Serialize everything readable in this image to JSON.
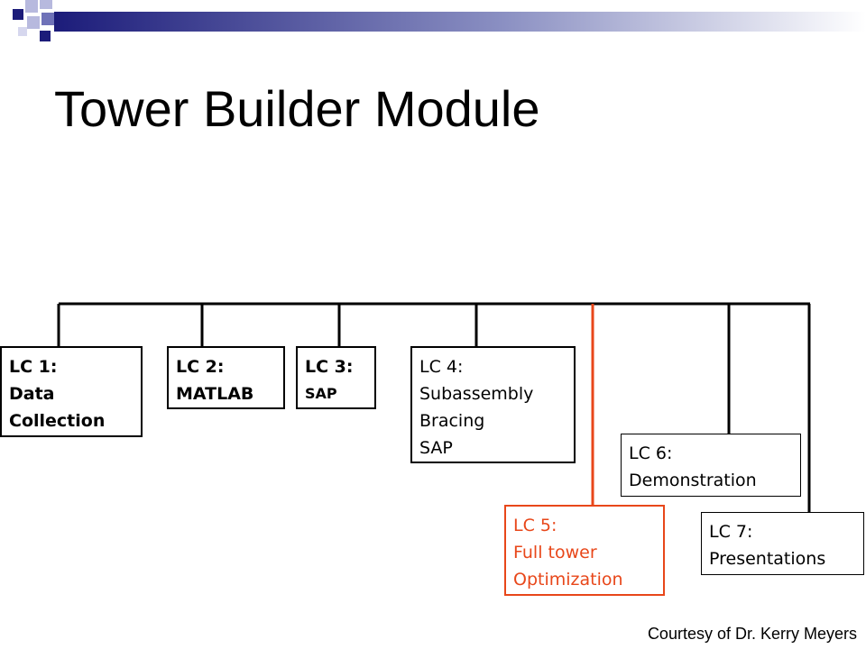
{
  "title": "Tower Builder Module",
  "credit": "Courtesy of Dr. Kerry Meyers",
  "highlight_color": "#e8471a",
  "boxes": [
    {
      "lines": [
        "LC 1:",
        "Data",
        "Collection"
      ]
    },
    {
      "lines": [
        "LC 2:",
        "MATLAB"
      ]
    },
    {
      "lines": [
        "LC 3:",
        "SAP"
      ]
    },
    {
      "lines": [
        "LC 4:",
        "Subassembly",
        "Bracing",
        "SAP"
      ]
    },
    {
      "lines": [
        "LC 5:",
        "Full tower",
        "Optimization"
      ]
    },
    {
      "lines": [
        "LC 6:",
        "Demonstration"
      ]
    },
    {
      "lines": [
        "LC 7:",
        "Presentations"
      ]
    }
  ]
}
